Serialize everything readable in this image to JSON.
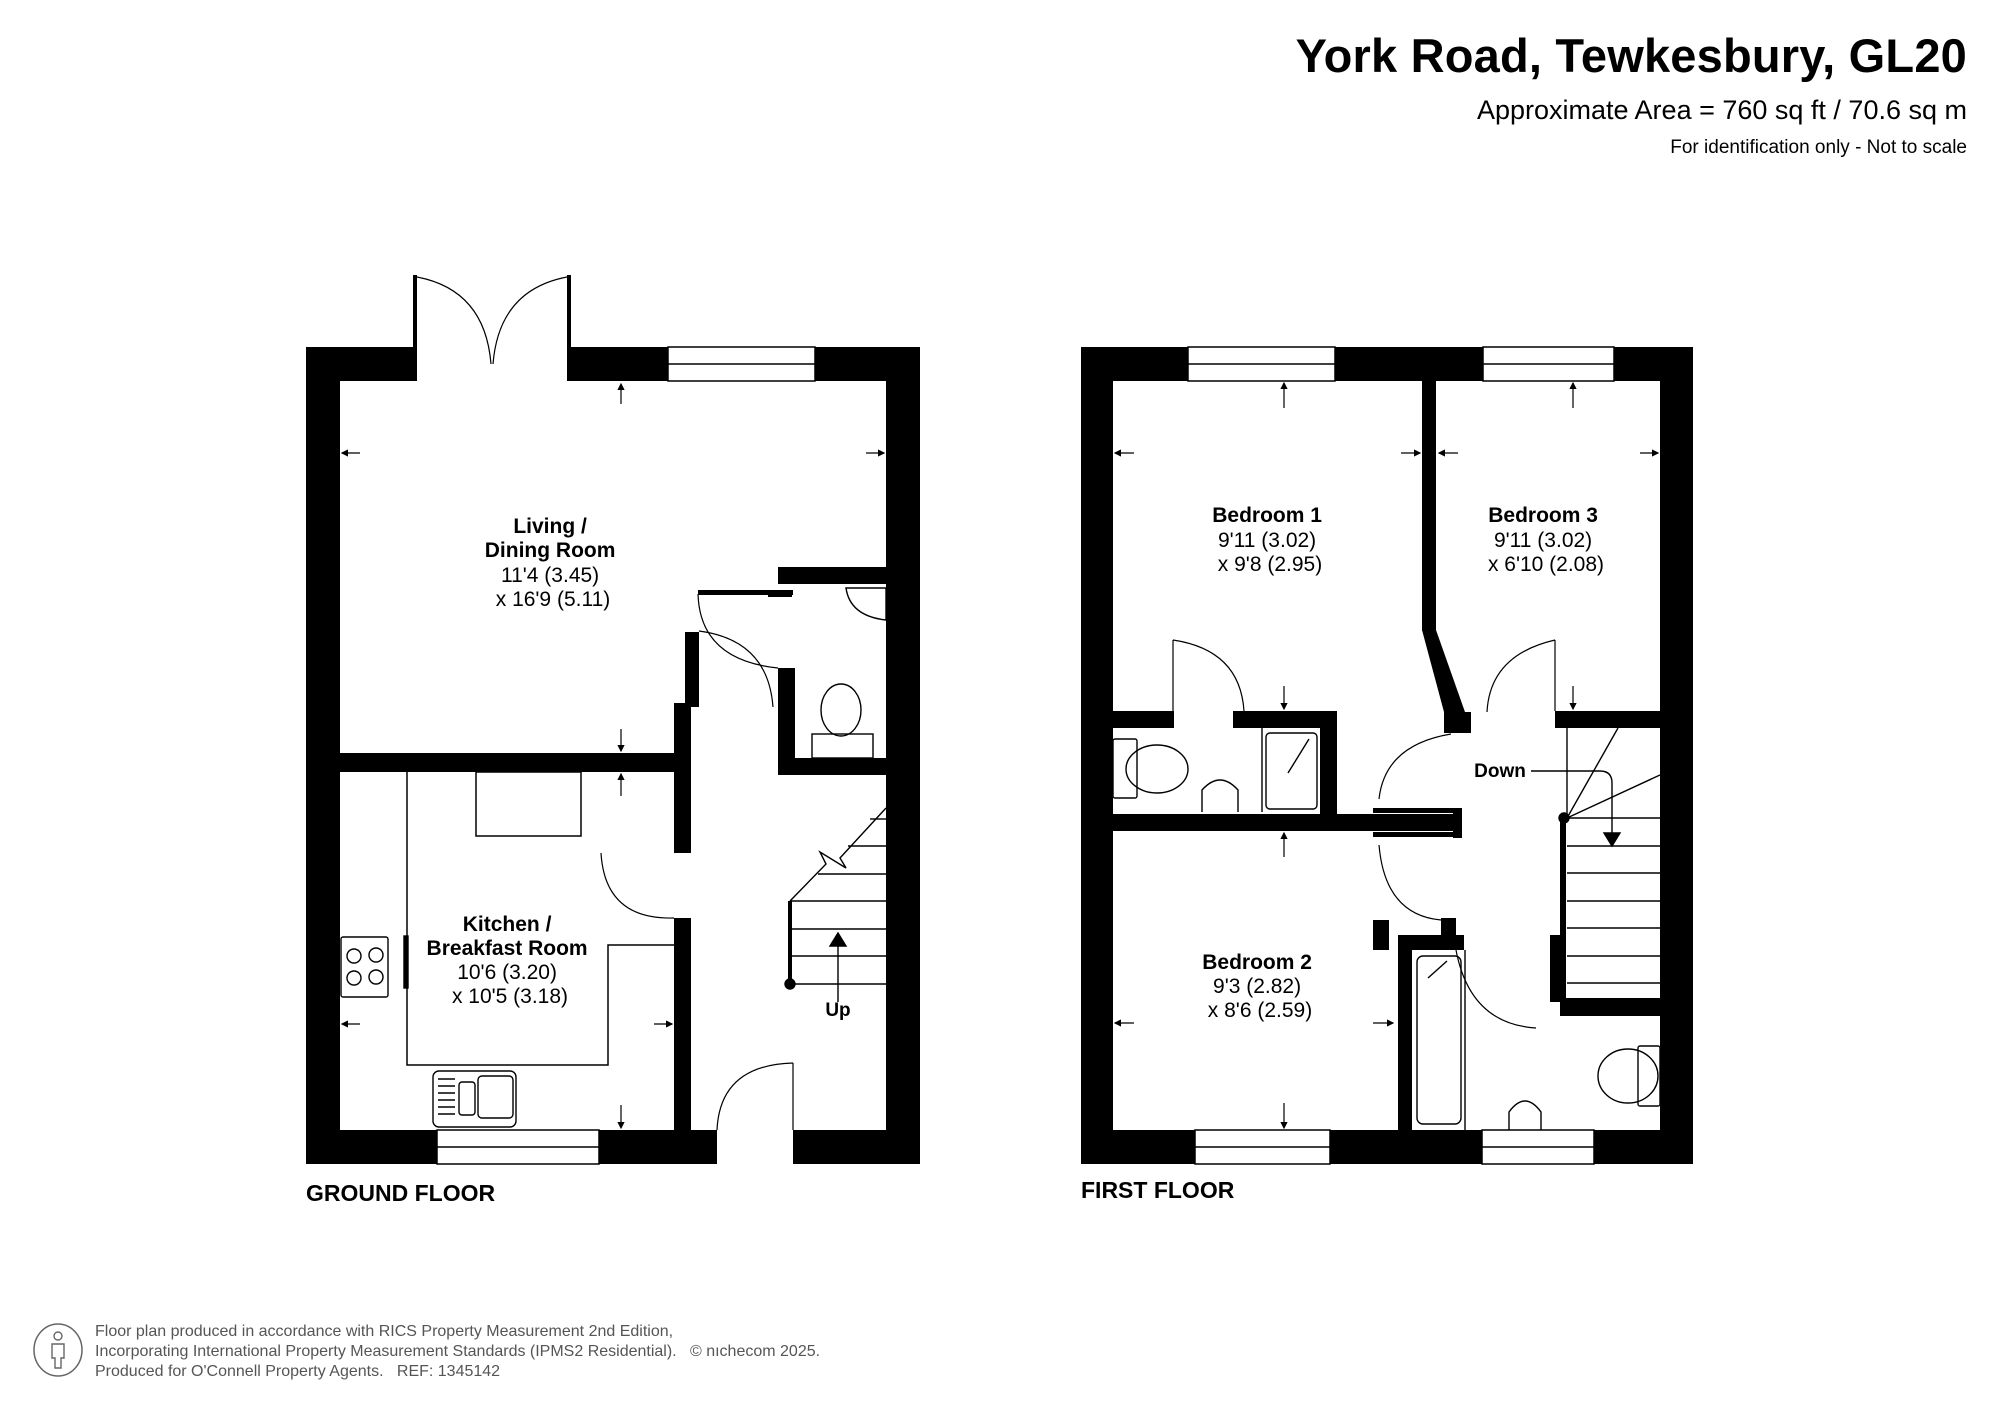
{
  "header": {
    "title": "York Road, Tewkesbury, GL20",
    "area": "Approximate Area = 760 sq ft / 70.6 sq m",
    "note": "For identification only - Not to scale"
  },
  "floors": {
    "ground": {
      "label": "GROUND FLOOR",
      "rooms": [
        {
          "name_line1": "Living /",
          "name_line2": "Dining Room",
          "dim1": "11'4 (3.45)",
          "dim2": "x 16'9 (5.11)"
        },
        {
          "name_line1": "Kitchen /",
          "name_line2": "Breakfast Room",
          "dim1": "10'6 (3.20)",
          "dim2": "x 10'5 (3.18)"
        }
      ],
      "stairs_label": "Up"
    },
    "first": {
      "label": "FIRST FLOOR",
      "rooms": [
        {
          "name": "Bedroom 1",
          "dim1": "9'11 (3.02)",
          "dim2": "x 9'8 (2.95)"
        },
        {
          "name": "Bedroom 3",
          "dim1": "9'11 (3.02)",
          "dim2": "x 6'10 (2.08)"
        },
        {
          "name": "Bedroom 2",
          "dim1": "9'3 (2.82)",
          "dim2": "x 8'6 (2.59)"
        }
      ],
      "stairs_label": "Down"
    }
  },
  "footer": {
    "icon": "person-icon",
    "line1": "Floor plan produced in accordance with RICS Property Measurement 2nd Edition,",
    "line2": "Incorporating International Property Measurement Standards (IPMS2 Residential).",
    "copyright": "© nıchecom 2025.",
    "line3": "Produced for O'Connell Property Agents.",
    "ref": "REF: 1345142"
  },
  "colors": {
    "wall": "#000000",
    "background": "#ffffff",
    "footer_text": "#555555"
  }
}
